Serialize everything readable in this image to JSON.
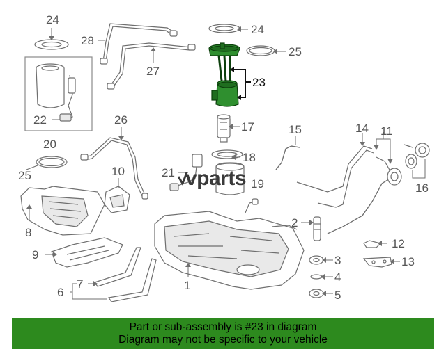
{
  "callouts": {
    "c1": "1",
    "c2": "2",
    "c3": "3",
    "c4": "4",
    "c5": "5",
    "c6": "6",
    "c7": "7",
    "c8": "8",
    "c9": "9",
    "c10": "10",
    "c11": "11",
    "c12": "12",
    "c13": "13",
    "c14": "14",
    "c15": "15",
    "c16": "16",
    "c17": "17",
    "c18": "18",
    "c19": "19",
    "c20": "20",
    "c21": "21",
    "c22": "22",
    "c23": "23",
    "c24a": "24",
    "c24b": "24",
    "c25a": "25",
    "c25b": "25",
    "c26": "26",
    "c27": "27",
    "c28": "28"
  },
  "watermark": {
    "brand": "vparts"
  },
  "banner": {
    "line1": "Part or sub-assembly is #23 in diagram",
    "line2": "Diagram may not be specific to your vehicle",
    "color": "#2d8a1e"
  },
  "highlight_color": "#2f8f2f"
}
